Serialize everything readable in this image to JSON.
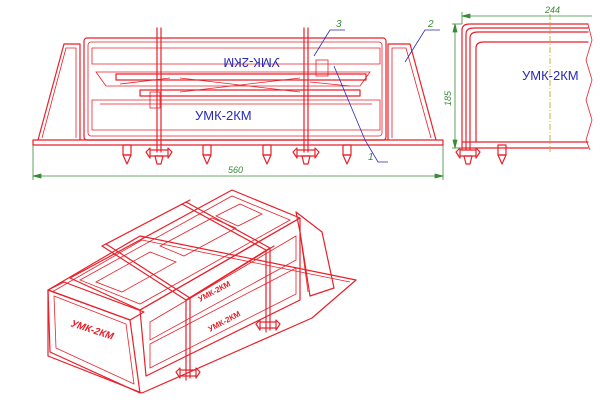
{
  "front_view": {
    "label_top_mirrored": "УМК-2КМ",
    "label_bottom": "УМК-2КМ",
    "dimension_width": "560",
    "callouts": [
      "1",
      "2",
      "3"
    ]
  },
  "side_view": {
    "label": "УМК-2КМ",
    "dimension_width": "244",
    "dimension_height": "185"
  },
  "iso_view": {
    "label_front": "УМК-2КМ",
    "label_inner_top": "УМК-2КМ",
    "label_inner_bottom": "УМК-2КМ"
  },
  "colors": {
    "outline": "#e8202a",
    "dimension": "#3a8a3a",
    "text": "#2a2ab8"
  }
}
